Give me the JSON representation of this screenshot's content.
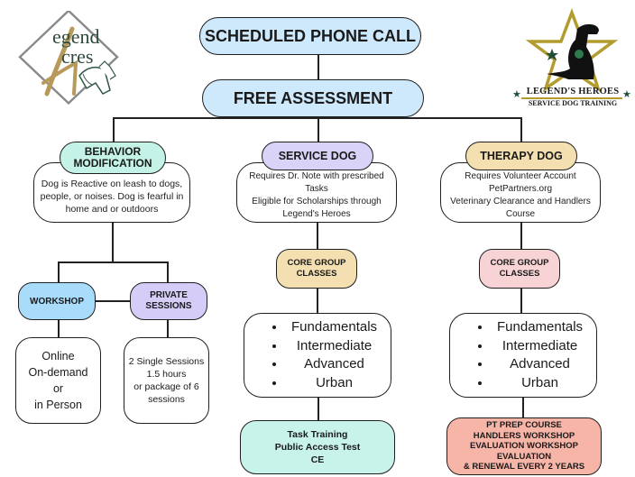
{
  "logos": {
    "left": {
      "line1": "egend",
      "line2": "cres",
      "initial1": "L",
      "initial2": "A"
    },
    "right": {
      "line1": "LEGEND'S HEROES",
      "line2": "SERVICE DOG TRAINING"
    }
  },
  "top": {
    "phone_call": "SCHEDULED PHONE CALL",
    "assessment": "FREE ASSESSMENT"
  },
  "branches": {
    "behavior": {
      "title_line1": "BEHAVIOR",
      "title_line2": "MODIFICATION",
      "desc": [
        "Dog is Reactive on leash to dogs,",
        "people, or noises.  Dog is fearful in",
        "home and or outdoors"
      ],
      "workshop": {
        "label": "WORKSHOP",
        "details": [
          "Online",
          "On-demand",
          "or",
          "in Person"
        ]
      },
      "private": {
        "label_line1": "PRIVATE",
        "label_line2": "SESSIONS",
        "details": [
          "2 Single Sessions",
          "1.5 hours",
          "or package of 6",
          "sessions"
        ]
      }
    },
    "service": {
      "title": "SERVICE DOG",
      "desc": [
        "Requires Dr. Note with prescribed",
        "Tasks",
        "Eligible for Scholarships through",
        "Legend's Heroes"
      ],
      "core_line1": "CORE GROUP",
      "core_line2": "CLASSES",
      "classes": [
        "Fundamentals",
        "Intermediate",
        "Advanced",
        "Urban"
      ],
      "final": [
        "Task Training",
        "Public Access Test",
        "CE"
      ]
    },
    "therapy": {
      "title": "THERAPY DOG",
      "desc": [
        "Requires Volunteer Account",
        "PetPartners.org",
        "Veterinary Clearance and Handlers",
        "Course"
      ],
      "core_line1": "CORE GROUP",
      "core_line2": "CLASSES",
      "classes": [
        "Fundamentals",
        "Intermediate",
        "Advanced",
        "Urban"
      ],
      "final": [
        "PT PREP COURSE",
        "HANDLERS WORKSHOP",
        "EVALUATION WORKSHOP",
        "EVALUATION",
        "& RENEWAL EVERY 2 YEARS"
      ]
    }
  },
  "colors": {
    "light_blue": "#cde9fb",
    "mint": "#c4f2e6",
    "lavender": "#d9d3f7",
    "tan": "#f3dfb0",
    "pink": "#f8d3d6",
    "aqua": "#c8f3ea",
    "salmon": "#f7b5a8",
    "workshop_blue": "#a9dbfb",
    "private_lavender": "#d5cdf7"
  }
}
